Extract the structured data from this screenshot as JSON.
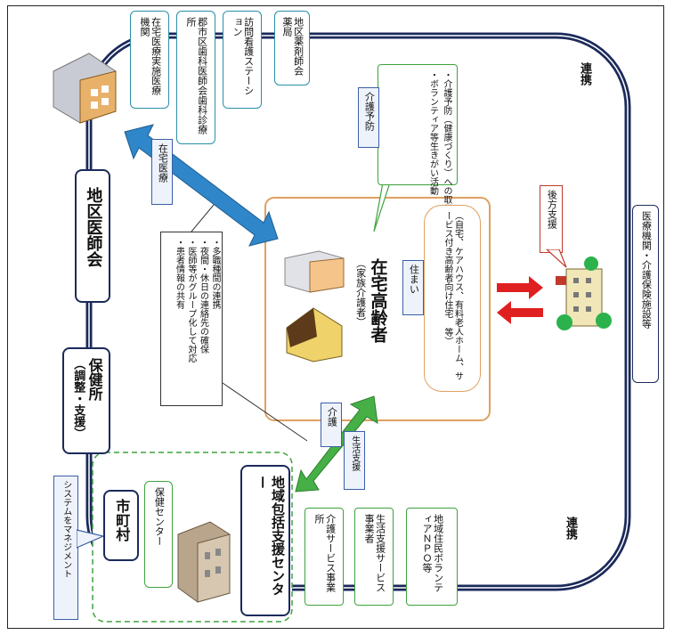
{
  "top_boxes": [
    {
      "text": "在宅医療実施医療機関"
    },
    {
      "text": "郡市区歯科医師会歯科診療所"
    },
    {
      "text": "訪問看護ステーション"
    },
    {
      "text": "地区薬剤師会薬局"
    }
  ],
  "left": {
    "ishikai": "地区医師会",
    "hokenjo_title": "保健所",
    "hokenjo_sub": "（調整・支援）",
    "system_label": "システムをマネジメント",
    "shichoson": "市町村",
    "hoken_center": "保健センター"
  },
  "right": {
    "renkei_top": "連携",
    "renkei_bottom": "連携",
    "gokou": "後方支援",
    "iryokikan": "医療機関・介護保険施設等"
  },
  "center": {
    "title": "在宅高齢者",
    "subtitle": "（家族介護者）",
    "sumai_label": "住まい",
    "sumai_text": "（自宅、ケアハウス、有料老人ホーム、サービス付き高齢者向け住宅 等）"
  },
  "yobou": {
    "label": "介護予防",
    "lines": [
      "・介護予防（健康づくり）への取組",
      "・ボランティア等生きがい活動"
    ]
  },
  "zaitaku_iryo": "在宅医療",
  "notes": {
    "lines": [
      "・多職種間の連携",
      "・夜間・休日の連絡先の確保",
      "・医師等がグループ化して対応",
      "・患者情報の共有"
    ]
  },
  "kaigo_label": "介護",
  "seikatsu_label": "生活支援",
  "center_bottom": "地域包括支援センター",
  "bottom_boxes": [
    {
      "text": "介護サービス事業所"
    },
    {
      "text": "生活支援サービス事業者"
    },
    {
      "text": "地域住民ボランティアＮＰＯ等"
    }
  ],
  "colors": {
    "navy": "#1b2a5a",
    "teal": "#2b8fa8",
    "green": "#3da33d",
    "orange": "#e0a060",
    "red": "#e02020",
    "blue_arrow": "#2f86c8"
  }
}
